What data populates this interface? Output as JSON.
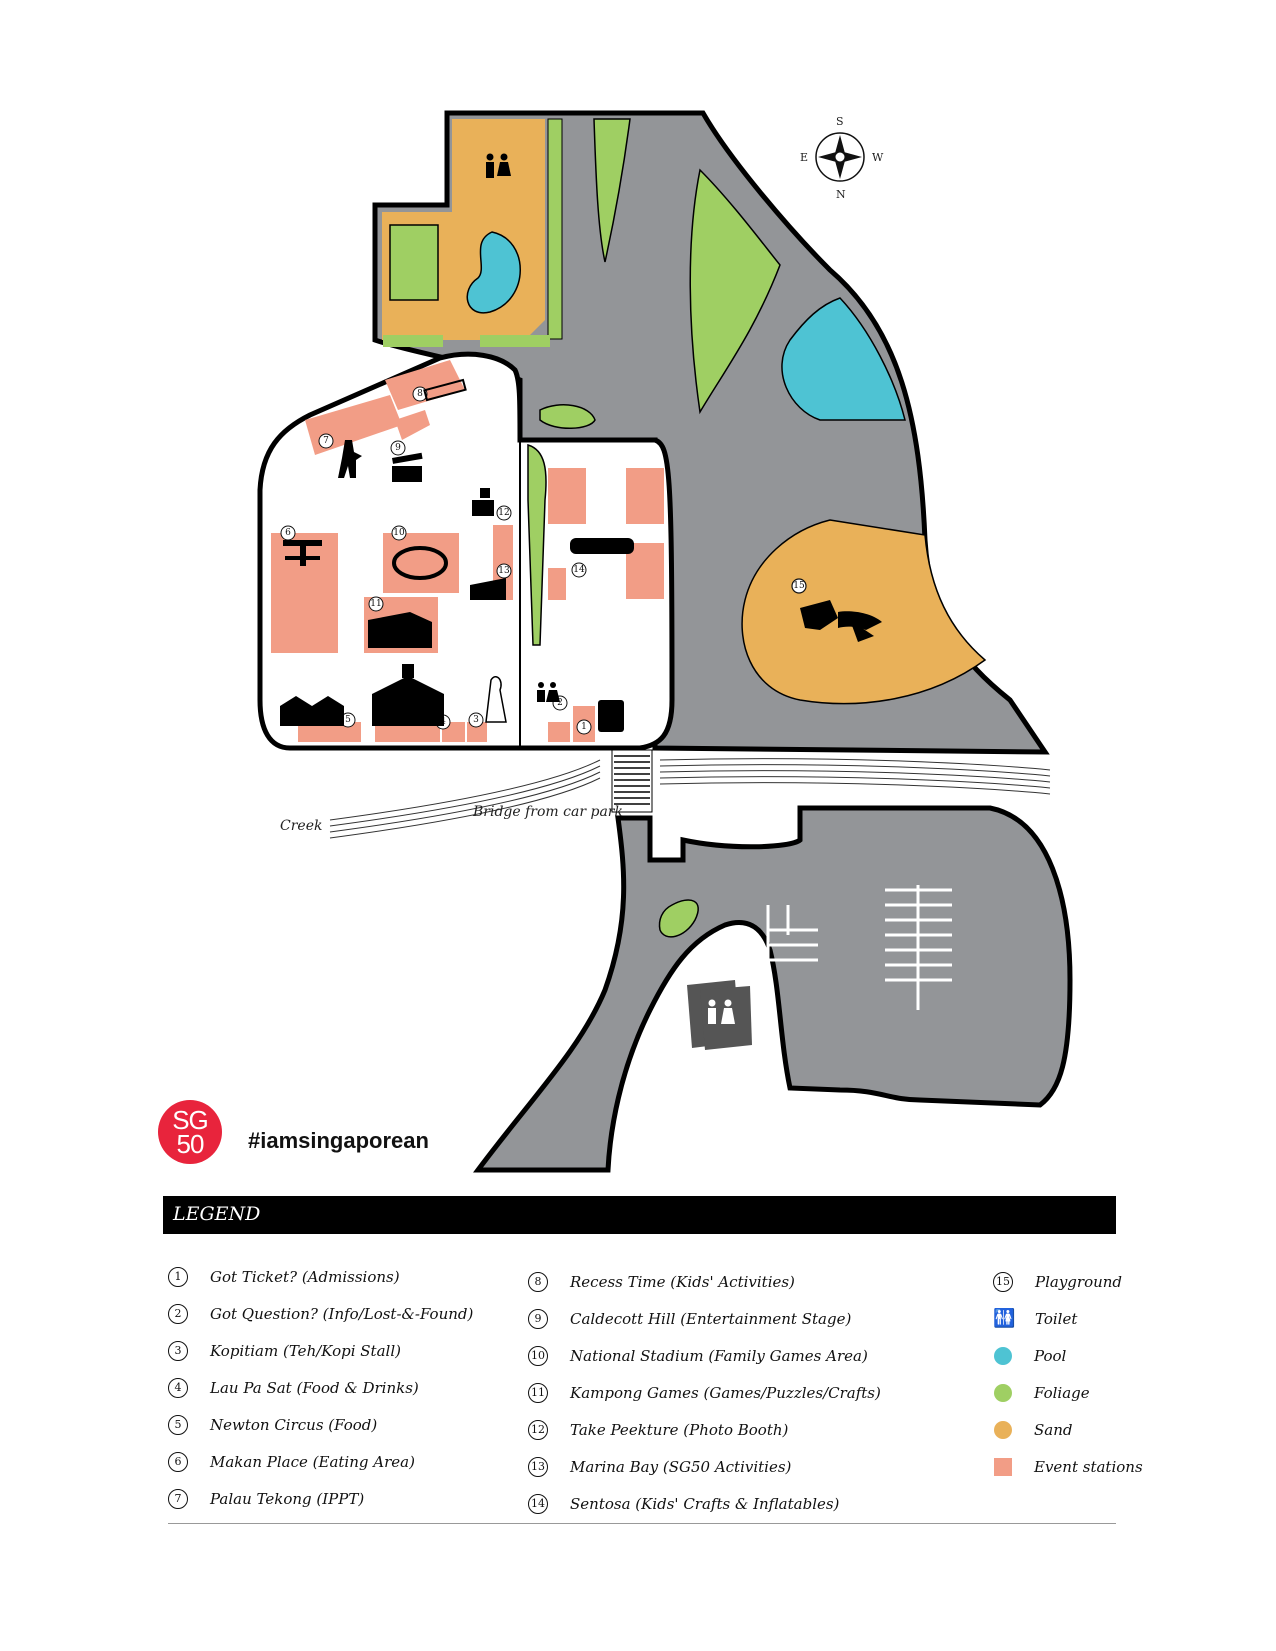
{
  "map": {
    "compass": {
      "s": "S",
      "e": "E",
      "w": "W",
      "n": "N"
    },
    "labels": {
      "creek": "Creek",
      "bridge": "Bridge from car park"
    },
    "colors": {
      "road": "#939598",
      "sand": "#e9b159",
      "pool": "#4ec3d3",
      "foliage": "#9fcf63",
      "event": "#f29d86",
      "outline": "#000000",
      "plaza": "#ffffff"
    },
    "station_numbers": [
      "1",
      "2",
      "3",
      "4",
      "5",
      "6",
      "7",
      "8",
      "9",
      "10",
      "11",
      "12",
      "13",
      "14",
      "15"
    ]
  },
  "brand": {
    "logo_line1": "SG",
    "logo_line2": "50",
    "hashtag": "#iamsingaporean",
    "logo_color": "#e8243c"
  },
  "legend": {
    "title": "LEGEND",
    "col1": [
      {
        "num": "1",
        "label": "Got Ticket? (Admissions)"
      },
      {
        "num": "2",
        "label": "Got Question? (Info/Lost-&-Found)"
      },
      {
        "num": "3",
        "label": "Kopitiam (Teh/Kopi Stall)"
      },
      {
        "num": "4",
        "label": "Lau Pa Sat (Food & Drinks)"
      },
      {
        "num": "5",
        "label": "Newton Circus (Food)"
      },
      {
        "num": "6",
        "label": "Makan Place (Eating Area)"
      },
      {
        "num": "7",
        "label": "Palau Tekong (IPPT)"
      }
    ],
    "col2": [
      {
        "num": "8",
        "label": "Recess Time (Kids' Activities)"
      },
      {
        "num": "9",
        "label": "Caldecott Hill (Entertainment Stage)"
      },
      {
        "num": "10",
        "label": "National Stadium (Family Games Area)"
      },
      {
        "num": "11",
        "label": "Kampong Games (Games/Puzzles/Crafts)"
      },
      {
        "num": "12",
        "label": "Take Peekture (Photo Booth)"
      },
      {
        "num": "13",
        "label": "Marina Bay (SG50 Activities)"
      },
      {
        "num": "14",
        "label": "Sentosa (Kids' Crafts & Inflatables)"
      }
    ],
    "col3": [
      {
        "num": "15",
        "label": "Playground"
      },
      {
        "icon": "toilet-icon",
        "label": "Toilet"
      },
      {
        "color": "#4ec3d3",
        "label": "Pool"
      },
      {
        "color": "#9fcf63",
        "label": "Foliage"
      },
      {
        "color": "#e9b159",
        "label": "Sand"
      },
      {
        "color": "#f29d86",
        "label": "Event stations"
      }
    ]
  }
}
